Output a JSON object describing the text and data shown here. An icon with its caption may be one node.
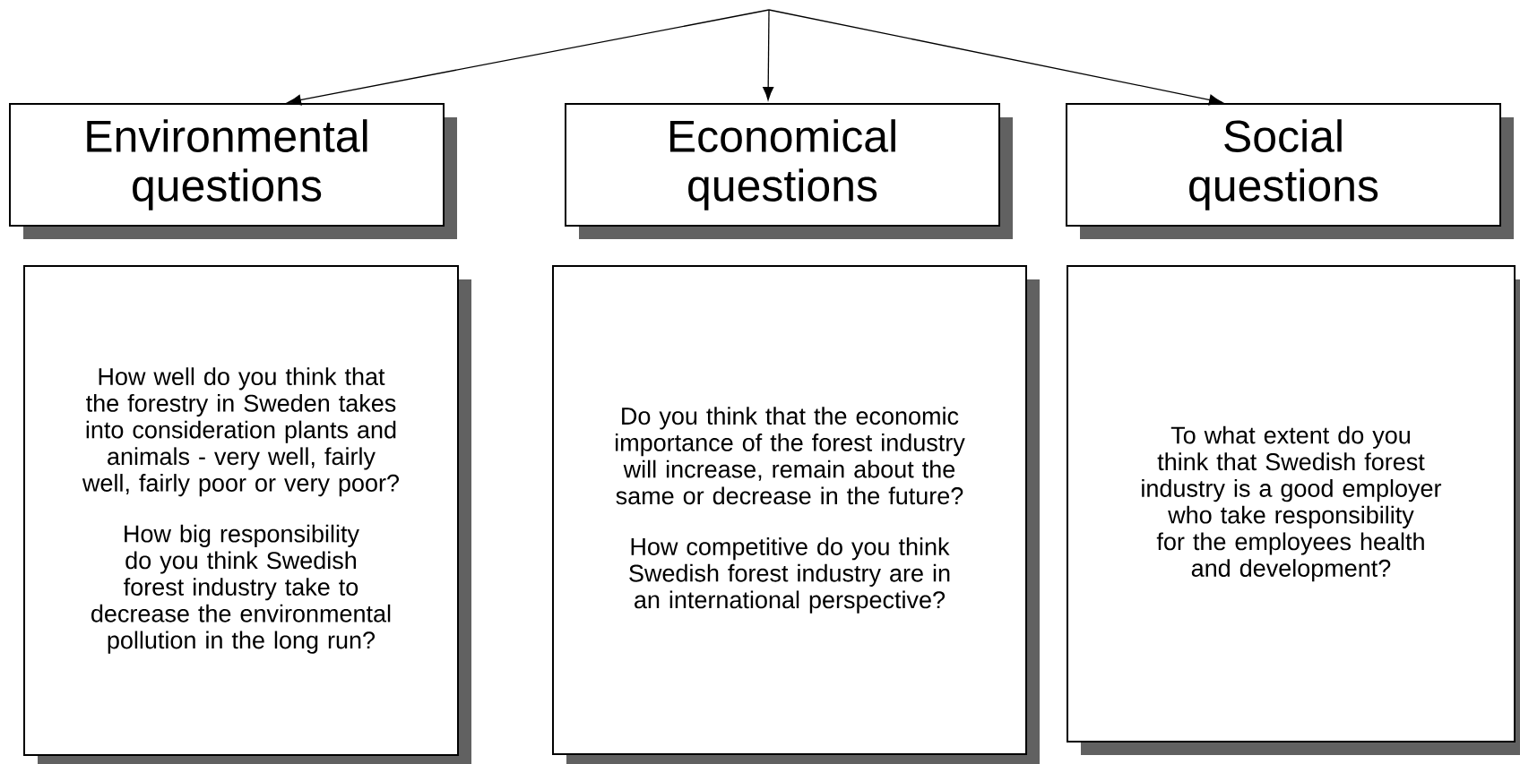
{
  "diagram": {
    "nodes": [
      {
        "text": [
          "Environmental questions"
        ]
      },
      {
        "text": [
          "Economical questions"
        ]
      },
      {
        "text": [
          "Social questions"
        ]
      },
      {
        "text": [
          "How well do you think that the forestry in Sweden takes into consideration plants and animals - very well, fairly well, fairly poor or very poor?",
          "How big responsibility do you think Swedish forest industry take to decrease the environmental pollution in the long run?"
        ]
      },
      {
        "text": [
          "Do you think that the economic importance of the forest industry will increase, remain about the same or decrease in the future?",
          "How competitive do you think Swedish forest industry are in an international perspective?"
        ]
      },
      {
        "text": [
          "To what extent do you think that Swedish forest industry is a good employer who take responsibility for the employees health and development?"
        ]
      }
    ],
    "edges": [
      {
        "from": null,
        "to": 0,
        "arrow": "to"
      },
      {
        "from": null,
        "to": 1,
        "arrow": "to"
      },
      {
        "from": null,
        "to": 2,
        "arrow": "to"
      }
    ]
  }
}
